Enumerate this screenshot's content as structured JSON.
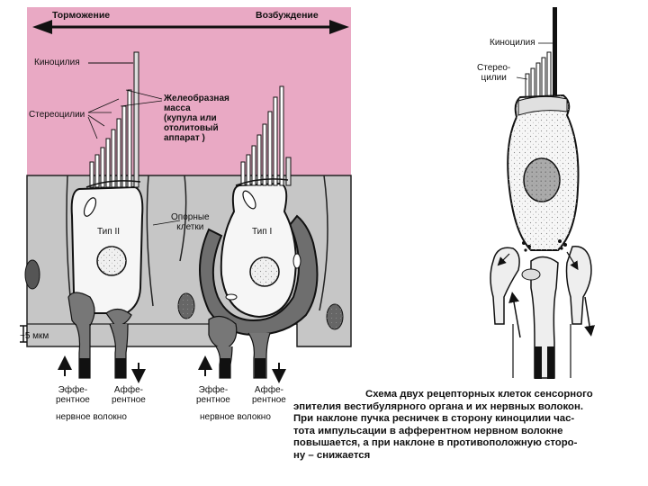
{
  "left_figure": {
    "arrow_left_label": "Торможение",
    "arrow_right_label": "Возбуждение",
    "kinocilium_label": "Киноцилия",
    "stereocilia_label": "Стереоцилии",
    "gel_mass_label": "Желеобразная\nмасса\n(купула или\nотолитовый\nаппарат )",
    "support_cells_label": "Опорные\nклетки",
    "type2_label": "Тип II",
    "type1_label": "Тип I",
    "scale_label": "~5 мкм",
    "efferent_label_1": "Эффе-\nрентное",
    "afferent_label_1": "Аффе-\nрентное",
    "fiber_label_1": "нервное волокно",
    "efferent_label_2": "Эффе-\nрентное",
    "afferent_label_2": "Аффе-\nрентное",
    "fiber_label_2": "нервное волокно"
  },
  "right_figure": {
    "kinocilium_label": "Киноцилия",
    "stereocilia_label": "Стерео-\nцилии"
  },
  "caption": {
    "lines": [
      "Схема двух рецепторных клеток сенсорного",
      "эпителия вестибулярного органа и их нервных волокон.",
      "При наклоне пучка ресничек в сторону киноцилии час-",
      "тота импульсации в афферентном нервном волокне",
      "повышается, а при наклоне в противоположную сторо-",
      "ну – снижается"
    ]
  },
  "colors": {
    "gel": "#e9a9c4",
    "tissue": "#c6c6c6",
    "cell": "#f6f6f6",
    "ink": "#1a1a1a",
    "calyx": "#6e6e6e"
  }
}
